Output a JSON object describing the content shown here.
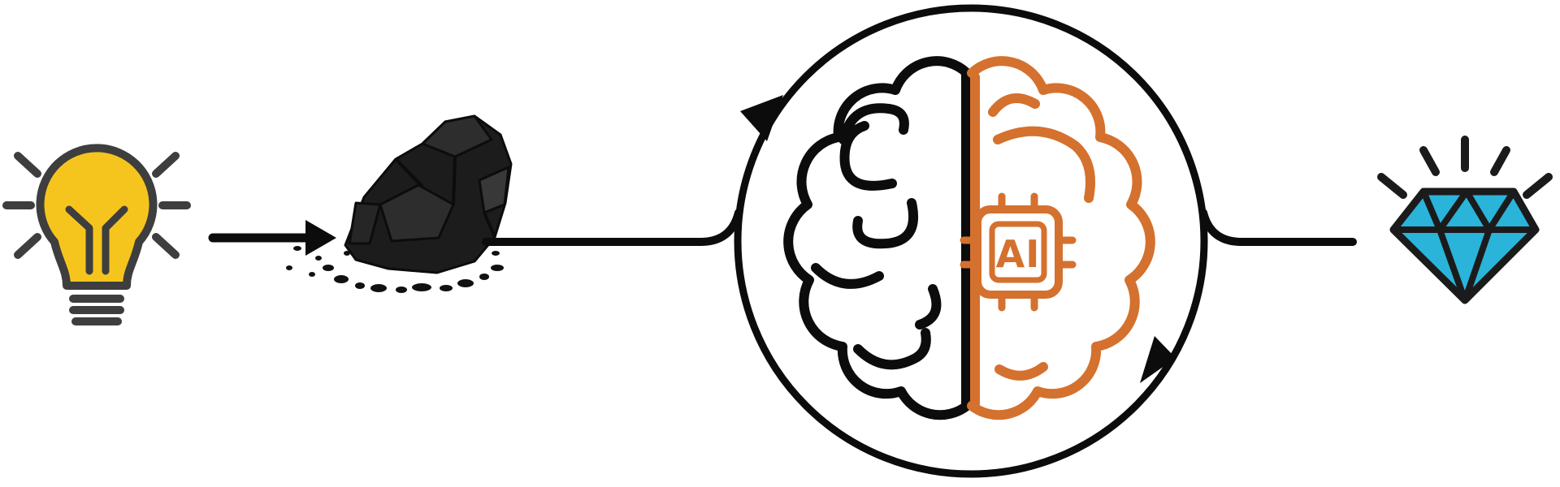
{
  "diagram": {
    "kind": "process-flow-cycle",
    "nodes": [
      {
        "icon": "lightbulb-icon",
        "meaning": "idea"
      },
      {
        "icon": "coal-icon",
        "meaning": "raw material"
      },
      {
        "icon": "brain-ai-cycle-icon",
        "meaning": "human brain + AI iterative processing loop"
      },
      {
        "icon": "diamond-icon",
        "meaning": "polished valuable result"
      }
    ],
    "flow": [
      "lightbulb -> coal",
      "coal -> brain-ai-cycle",
      "brain-ai-cycle -> diamond"
    ],
    "processing": {
      "chip_label": "AI",
      "cycle_direction": "clockwise"
    }
  },
  "colors": {
    "black": "#0c0c0c",
    "bulb_outline_gray": "#3e3e3e",
    "bulb_yellow": "#f6c51d",
    "coal_dark": "#1c1c1c",
    "coal_facet": "#2d2d2d",
    "brain_orange": "#d4712e",
    "diamond_cyan": "#2ab4da",
    "diamond_outline": "#1b1b1b",
    "background": "#ffffff"
  }
}
